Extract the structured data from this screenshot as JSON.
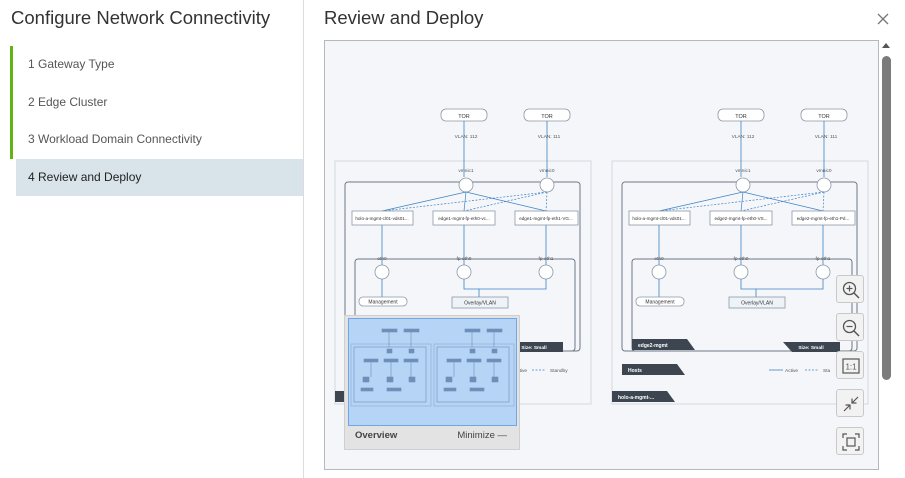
{
  "wizard": {
    "title": "Configure Network Connectivity",
    "steps": [
      {
        "label": "1  Gateway Type",
        "state": "complete"
      },
      {
        "label": "2  Edge Cluster",
        "state": "complete"
      },
      {
        "label": "3  Workload Domain Connectivity",
        "state": "complete"
      },
      {
        "label": "4  Review and Deploy",
        "state": "active"
      }
    ]
  },
  "page": {
    "title": "Review and Deploy",
    "close_icon": "close-icon"
  },
  "diagram": {
    "tor_label": "TOR",
    "panels": [
      {
        "tor_vlans": [
          "VLAN: 112",
          "VLAN: 111"
        ],
        "vmnics": [
          "vmnic1",
          "vmnic0"
        ],
        "uplinks": [
          "holo-a-mgmt-cl01-vds01...",
          "edge1-mgmt-fp-eth0-vc...",
          "edge1-mgmt-fp-eth1-VG..."
        ],
        "nics": [
          "eth0",
          "fp-eth0",
          "fp-eth1"
        ],
        "networks": [
          "Management",
          "Overlay/VLAN"
        ],
        "edge_name": "",
        "size": "Size: Small",
        "hosts_label": "",
        "cluster_name": "",
        "legend": [
          "Active",
          "Standby"
        ]
      },
      {
        "tor_vlans": [
          "VLAN: 112",
          "VLAN: 111"
        ],
        "vmnics": [
          "vmnic1",
          "vmnic0"
        ],
        "uplinks": [
          "holo-a-mgmt-cl01-vds01...",
          "edge2-mgmt-fp-eth0-VS...",
          "edge2-mgmt-fp-eth1-Pd..."
        ],
        "nics": [
          "eth0",
          "fp-eth0",
          "fp-eth1"
        ],
        "networks": [
          "Management",
          "Overlay/VLAN"
        ],
        "edge_name": "edge2-mgmt",
        "size": "Size: Small",
        "hosts_label": "Hosts",
        "cluster_name": "holo-a-mgmt-...",
        "legend": [
          "Active",
          "Sta"
        ]
      }
    ]
  },
  "zoom_controls": [
    "zoom-in-icon",
    "zoom-out-icon",
    "actual-size-icon",
    "collapse-icon",
    "fit-to-screen-icon"
  ],
  "overview": {
    "label": "Overview",
    "minimize_label": "Minimize  —"
  },
  "colors": {
    "progress": "#60b515",
    "active_step_bg": "#d9e4ea",
    "link_blue": "#3d83c5",
    "overview_viewport": "#b6d4f6"
  }
}
